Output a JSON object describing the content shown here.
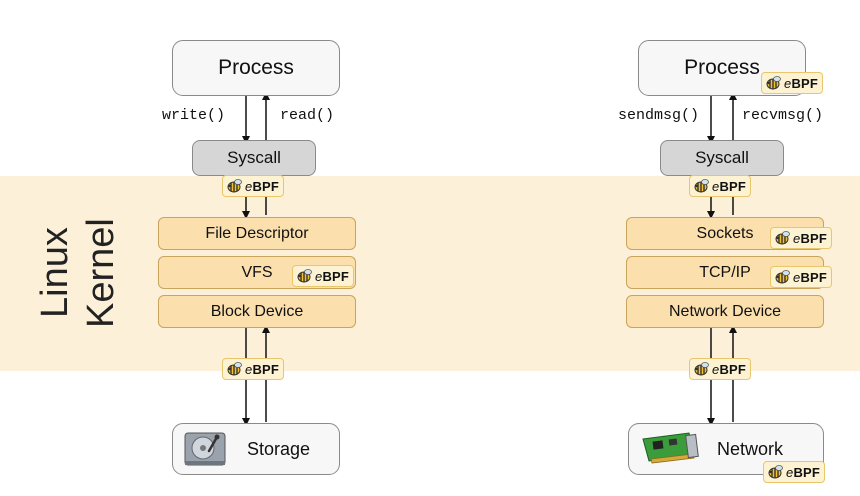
{
  "kernel_label": {
    "line1": "Linux",
    "line2": "Kernel"
  },
  "left": {
    "process": "Process",
    "write_call": "write()",
    "read_call": "read()",
    "syscall": "Syscall",
    "layers": [
      "File Descriptor",
      "VFS",
      "Block Device"
    ],
    "device": "Storage",
    "device_icon": "hard-disk-icon"
  },
  "right": {
    "process": "Process",
    "send_call": "sendmsg()",
    "recv_call": "recvmsg()",
    "syscall": "Syscall",
    "layers": [
      "Sockets",
      "TCP/IP",
      "Network Device"
    ],
    "device": "Network",
    "device_icon": "network-card-icon"
  },
  "badge": {
    "prefix": "e",
    "suffix": "BPF"
  },
  "colors": {
    "kernel_band": "#fdf0d9",
    "layer_fill": "#fbe0ae",
    "syscall_fill": "#d6d6d6",
    "badge_fill": "#fdf3d3"
  }
}
